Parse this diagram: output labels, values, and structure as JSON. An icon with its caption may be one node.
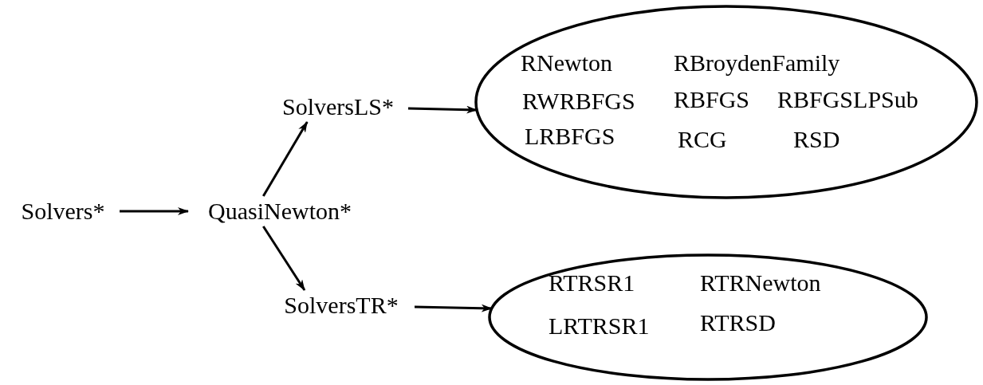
{
  "diagram": {
    "nodes": [
      {
        "text": [
          "Solvers*"
        ]
      },
      {
        "text": [
          "QuasiNewton*"
        ]
      },
      {
        "text": [
          "SolversLS*"
        ]
      },
      {
        "text": [
          "SolversTR*"
        ]
      },
      {
        "text": [
          "RNewton",
          "RBroydenFamily",
          "RWRBFGS",
          "RBFGS",
          "RBFGSLPSub",
          "LRBFGS",
          "RCG",
          "RSD"
        ]
      },
      {
        "text": [
          "RTRSR1",
          "RTRNewton",
          "LRTRSR1",
          "RTRSD"
        ]
      }
    ],
    "edges": [
      {
        "from": 0,
        "to": 1,
        "arrow": "to"
      },
      {
        "from": 1,
        "to": 2,
        "arrow": "to"
      },
      {
        "from": 1,
        "to": 3,
        "arrow": "to"
      },
      {
        "from": 2,
        "to": 4,
        "arrow": "to"
      },
      {
        "from": 3,
        "to": 5,
        "arrow": "to"
      }
    ]
  }
}
